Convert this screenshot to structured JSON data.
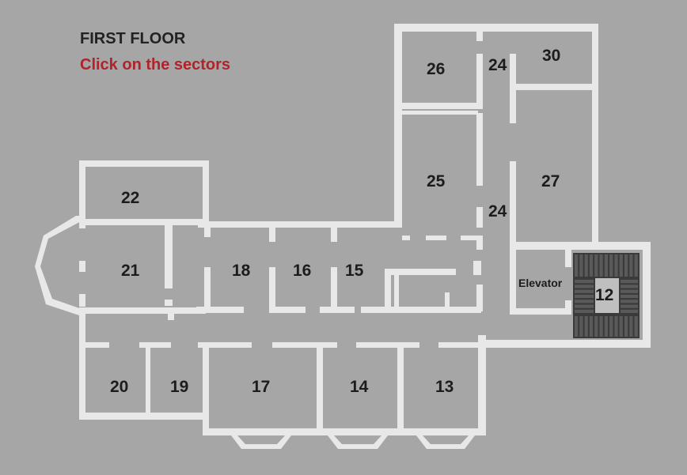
{
  "header": {
    "title": "FIRST FLOOR",
    "hint": "Click on the sectors",
    "hint_color": "#b0232a"
  },
  "colors": {
    "background": "#a6a6a6",
    "wall": "#e8e8e8",
    "stairs": "#3a3a3a"
  },
  "rooms": {
    "r12": "12",
    "r13": "13",
    "r14": "14",
    "r15": "15",
    "r16": "16",
    "r17": "17",
    "r18": "18",
    "r19": "19",
    "r20": "20",
    "r21": "21",
    "r22": "22",
    "r24a": "24",
    "r24b": "24",
    "r25": "25",
    "r26": "26",
    "r27": "27",
    "r30": "30",
    "elevator": "Elevator"
  }
}
